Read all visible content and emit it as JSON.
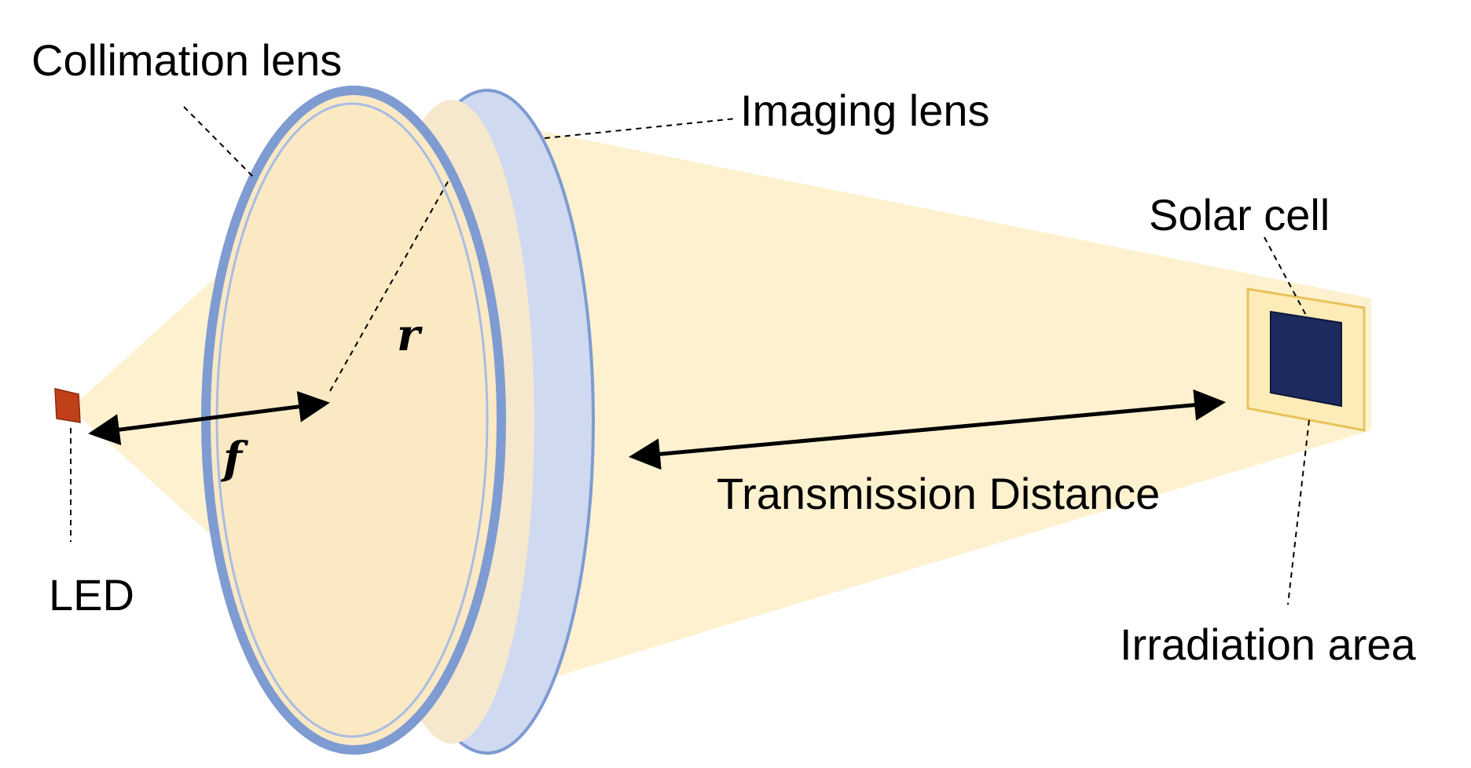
{
  "labels": {
    "collimation_lens": "Collimation lens",
    "imaging_lens": "Imaging lens",
    "solar_cell": "Solar cell",
    "radius": "r",
    "focal_length": "f",
    "transmission_distance": "Transmission Distance",
    "led": "LED",
    "irradiation_area": "Irradiation area"
  },
  "colors": {
    "beam": "#fdf1cf",
    "lens_fill": "#fbe9c4",
    "lens_rim": "#7e9bd2",
    "imaging_lens_fill": "#f6e8cc",
    "imaging_lens_side": "#cfd9f0",
    "led": "#c0401a",
    "solar_cell": "#1c2a5e",
    "irradiation_area": "#fdecb8",
    "irradiation_border": "#e8c25a"
  }
}
